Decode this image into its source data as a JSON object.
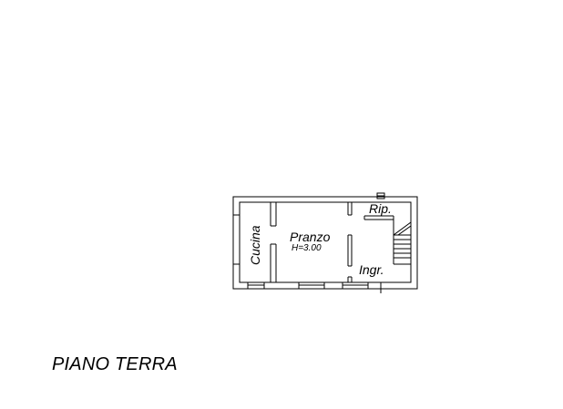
{
  "plan": {
    "rooms": {
      "cucina": "Cucina",
      "pranzo": "Pranzo",
      "pranzo_height": "H=3.00",
      "ripostiglio": "Rip.",
      "ingresso": "Ingr."
    },
    "floor_title": "PIANO TERRA"
  }
}
